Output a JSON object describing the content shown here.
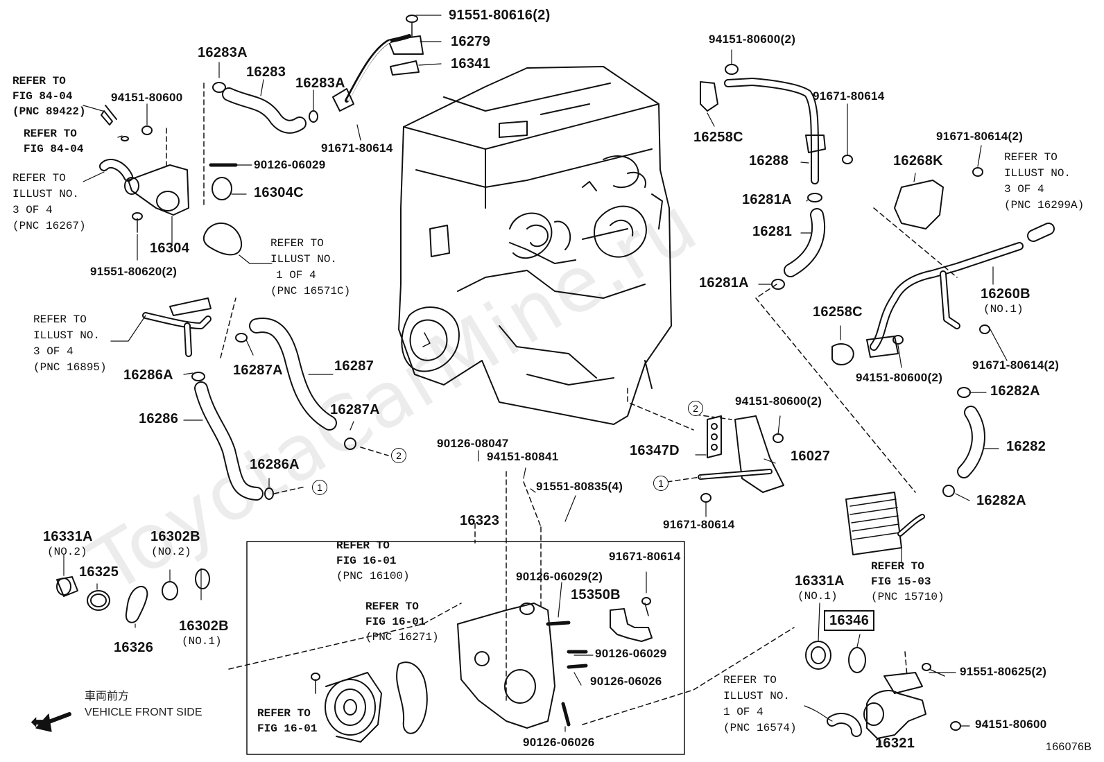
{
  "watermark": "ToyotaCarMine.ru",
  "figure_id": "166076B",
  "direction": {
    "ja": "車両前方",
    "en": "VEHICLE FRONT SIDE"
  },
  "circles": {
    "one": "1",
    "two": "2"
  },
  "parts": {
    "p91551_80616": "91551-80616(2)",
    "p16279": "16279",
    "p16341": "16341",
    "p16283A_top": "16283A",
    "p16283": "16283",
    "p16283A_mid": "16283A",
    "p94151_80600_l": "94151-80600",
    "p91671_80614_tl": "91671-80614",
    "p90126_06029_t": "90126-06029",
    "p16304C": "16304C",
    "p16304": "16304",
    "p91551_80620": "91551-80620(2)",
    "p16286A_a": "16286A",
    "p16287A_a": "16287A",
    "p16287": "16287",
    "p16286": "16286",
    "p16287A_b": "16287A",
    "p16286A_b": "16286A",
    "p16331A_l": "16331A",
    "p16331A_l_sub": "(NO.2)",
    "p16325": "16325",
    "p16302B_a": "16302B",
    "p16302B_a_sub": "(NO.2)",
    "p16302B_b": "16302B",
    "p16302B_b_sub": "(NO.1)",
    "p16326": "16326",
    "p90126_08047": "90126-08047",
    "p94151_80841": "94151-80841",
    "p91551_80835": "91551-80835(4)",
    "p16323": "16323",
    "p91671_80614_b": "91671-80614",
    "p90126_06029_2": "90126-06029(2)",
    "p15350B": "15350B",
    "p90126_06029_b": "90126-06029",
    "p90126_06026_a": "90126-06026",
    "p90126_06026_b": "90126-06026",
    "p94151_80600_tr": "94151-80600(2)",
    "p16258C_t": "16258C",
    "p91671_80614_tr": "91671-80614",
    "p16288": "16288",
    "p16268K": "16268K",
    "p91671_80614_r2": "91671-80614(2)",
    "p16281A_a": "16281A",
    "p16281": "16281",
    "p16281A_b": "16281A",
    "p16258C_m": "16258C",
    "p16260B": "16260B",
    "p16260B_sub": "(NO.1)",
    "p94151_80600_m2": "94151-80600(2)",
    "p91671_80614_m2": "91671-80614(2)",
    "p16282A_a": "16282A",
    "p16282": "16282",
    "p16282A_b": "16282A",
    "p94151_80600_c2": "94151-80600(2)",
    "p16347D": "16347D",
    "p16027": "16027",
    "p91671_80614_c": "91671-80614",
    "p16331A_r": "16331A",
    "p16331A_r_sub": "(NO.1)",
    "p16346": "16346",
    "p91551_80625": "91551-80625(2)",
    "p94151_80600_br": "94151-80600",
    "p16321": "16321"
  },
  "refs": {
    "fig8404_a": [
      "REFER TO",
      "FIG 84-04",
      "(PNC 89422)"
    ],
    "fig8404_b": [
      "REFER TO",
      "FIG 84-04"
    ],
    "illus3_16267": [
      "REFER TO",
      "ILLUST NO.",
      "3 OF 4",
      "(PNC 16267)"
    ],
    "illus1_16571C": [
      "REFER TO",
      "ILLUST NO.",
      "1 OF 4",
      "(PNC 16571C)"
    ],
    "illus3_16895": [
      "REFER TO",
      "ILLUST NO.",
      "3 OF 4",
      "(PNC 16895)"
    ],
    "fig1601_16100": [
      "REFER TO",
      "FIG 16-01",
      "(PNC 16100)"
    ],
    "fig1601_16271": [
      "REFER TO",
      "FIG 16-01",
      "(PNC 16271)"
    ],
    "fig1601_c": [
      "REFER TO",
      "FIG 16-01"
    ],
    "illus3_16299A": [
      "REFER TO",
      "ILLUST NO.",
      "3 OF 4",
      "(PNC 16299A)"
    ],
    "fig1503_15710": [
      "REFER TO",
      "FIG 15-03",
      "(PNC 15710)"
    ],
    "illus1_16574": [
      "REFER TO",
      "ILLUST NO.",
      "1 OF 4",
      "(PNC 16574)"
    ]
  }
}
